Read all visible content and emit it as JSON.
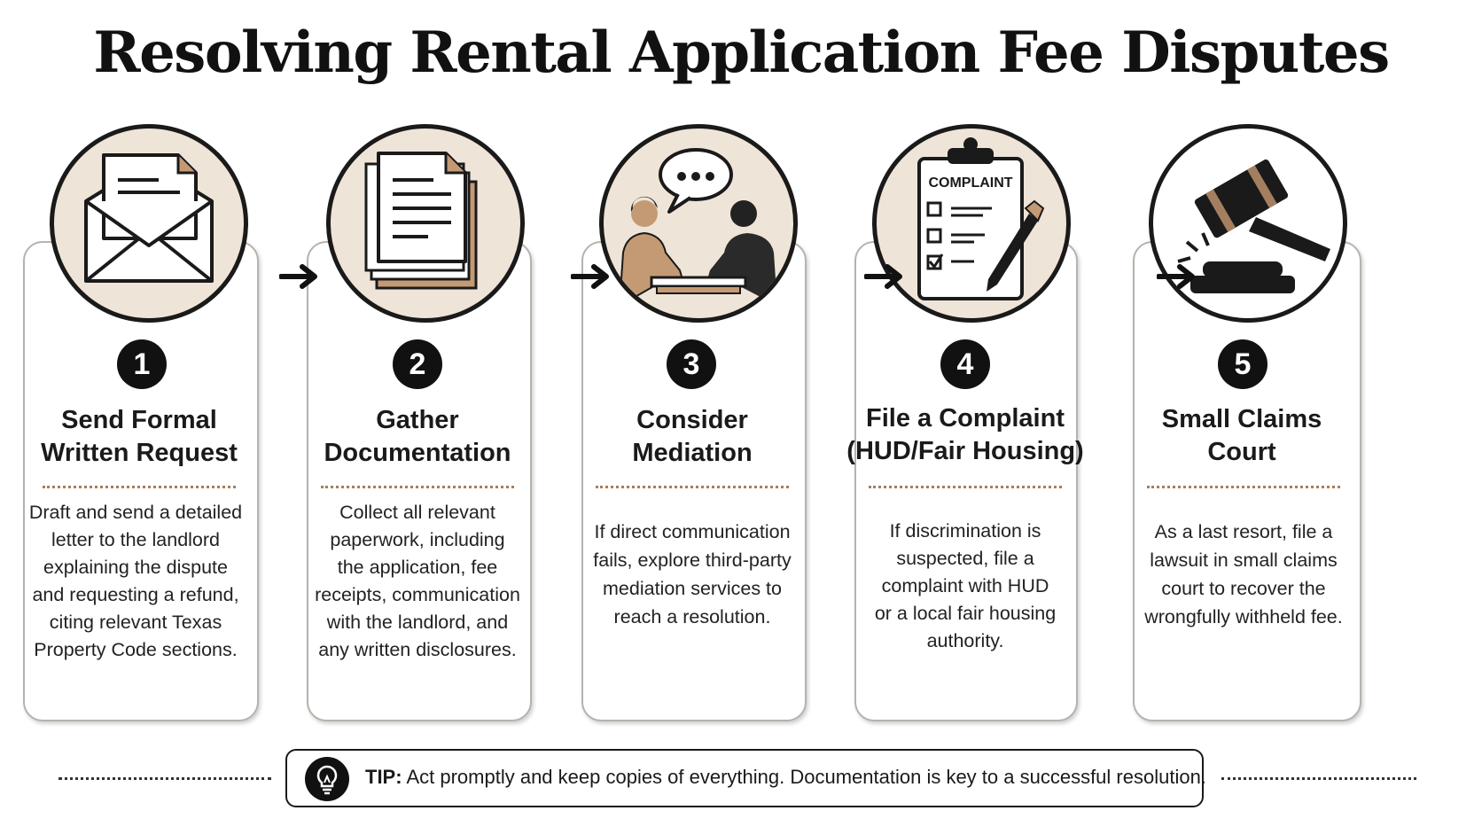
{
  "title": "Resolving Rental Application Fee Disputes",
  "steps": [
    {
      "number": "1",
      "title_line1": "Send Formal",
      "title_line2": "Written Request",
      "description": [
        "Draft and send a detailed",
        "letter to the landlord",
        "explaining the dispute",
        "and requesting a refund,",
        "citing relevant Texas",
        "Property Code sections."
      ],
      "icon": "envelope-letter-icon"
    },
    {
      "number": "2",
      "title_line1": "Gather",
      "title_line2": "Documentation",
      "description": [
        "Collect all relevant",
        "paperwork, including",
        "the application, fee",
        "receipts, communication",
        "with the landlord, and",
        "any written disclosures."
      ],
      "icon": "document-stack-icon"
    },
    {
      "number": "3",
      "title_line1": "Consider",
      "title_line2": "Mediation",
      "description": [
        "If direct communication",
        "fails, explore third-party",
        "mediation services to",
        "reach a resolution."
      ],
      "icon": "mediation-people-icon"
    },
    {
      "number": "4",
      "title_line1": "File a Complaint",
      "title_line2": "(HUD/Fair Housing)",
      "description": [
        "If discrimination is",
        "suspected, file a",
        "complaint with HUD",
        "or a local fair housing",
        "authority."
      ],
      "icon": "clipboard-complaint-icon",
      "icon_text": "COMPLAINT"
    },
    {
      "number": "5",
      "title_line1": "Small Claims",
      "title_line2": "Court",
      "description": [
        "As a last resort, file a",
        "lawsuit in small claims",
        "court to recover the",
        "wrongfully withheld fee."
      ],
      "icon": "gavel-icon"
    }
  ],
  "tip": {
    "label": "TIP:",
    "text": " Act promptly and keep copies of everything. Documentation is key to a successful resolution.",
    "icon": "lightbulb-icon"
  },
  "colors": {
    "circle_bg": "#efe4d8",
    "accent": "#a47f5f",
    "skin": "#c49a74",
    "dark": "#1a1a1a"
  }
}
